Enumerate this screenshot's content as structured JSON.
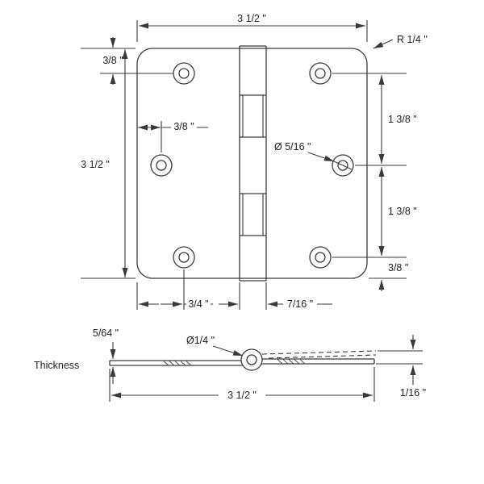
{
  "top_view": {
    "width": "3 1/2 \"",
    "corner_radius": "R 1/4 \"",
    "top_hole_offset": "3/8 \"",
    "left_hole_offset": "3/8 \"",
    "height": "3 1/2 \"",
    "upper_hole_spacing": "1 3/8 \"",
    "hole_diameter": "Ø 5/16 \"",
    "lower_hole_spacing": "1 3/8 \"",
    "bottom_hole_offset": "3/8 \"",
    "edge_to_hole": "3/4 \"",
    "knuckle_width": "7/16 \""
  },
  "side_view": {
    "thickness_value": "5/64 \"",
    "thickness_label": "Thickness",
    "pin_diameter": "Ø1/4 \"",
    "length": "3 1/2 \"",
    "end_offset": "1/16 \""
  },
  "style": {
    "ink": "#3a3a3a",
    "background": "#ffffff"
  }
}
